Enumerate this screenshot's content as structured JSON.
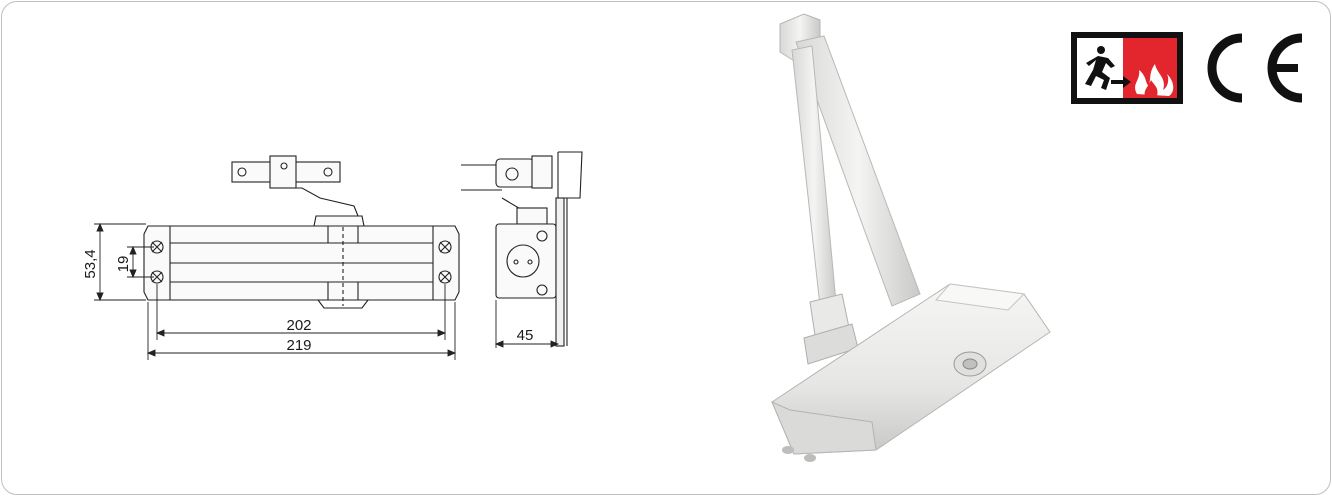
{
  "drawing": {
    "dimensions": {
      "length_fixing": "202",
      "length_overall": "219",
      "height": "53,4",
      "hole_spacing": "19",
      "depth": "45"
    }
  },
  "product": {
    "name": "door closer"
  },
  "badges": {
    "fire_exit": {
      "icon": "fire-exit-icon",
      "colors": {
        "red": "#e3262d",
        "black": "#111111"
      }
    },
    "ce": {
      "text": "CE"
    }
  }
}
